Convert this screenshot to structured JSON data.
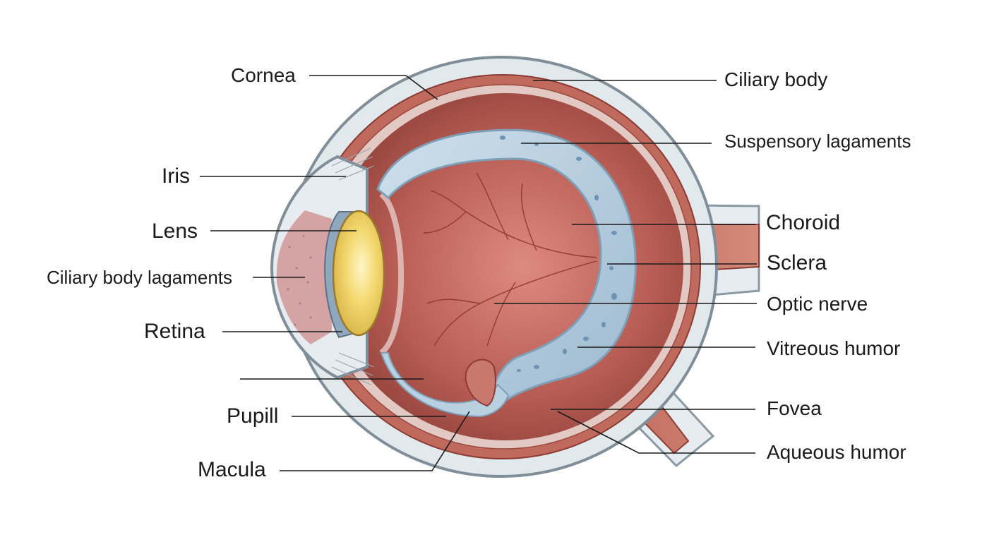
{
  "labels": {
    "cornea": "Cornea",
    "iris": "Iris",
    "lens": "Lens",
    "ciliary_body_lagaments": "Ciliary body lagaments",
    "retina": "Retina",
    "unlabeled": "",
    "pupill": "Pupill",
    "macula": "Macula",
    "ciliary_body": "Ciliary body",
    "suspensory_lagaments": "Suspensory lagaments",
    "choroid": "Choroid",
    "sclera": "Sclera",
    "optic_nerve": "Optic nerve",
    "vitreous_humor": "Vitreous humor",
    "fovea": "Fovea",
    "aqueous_humor": "Aqueous humor"
  },
  "colors": {
    "sclera_outer": "#dfe6ea",
    "choroid": "#b85a4e",
    "interior": "#a44e45",
    "interior_glow": "#d8817a",
    "vitreous_blue": "#b7cfe0",
    "lens_yellow": "#f2d56a",
    "iris_blue": "#8fa9c0",
    "cornea_pink": "#d9a8a8",
    "leader_line": "#1a1a1a"
  }
}
